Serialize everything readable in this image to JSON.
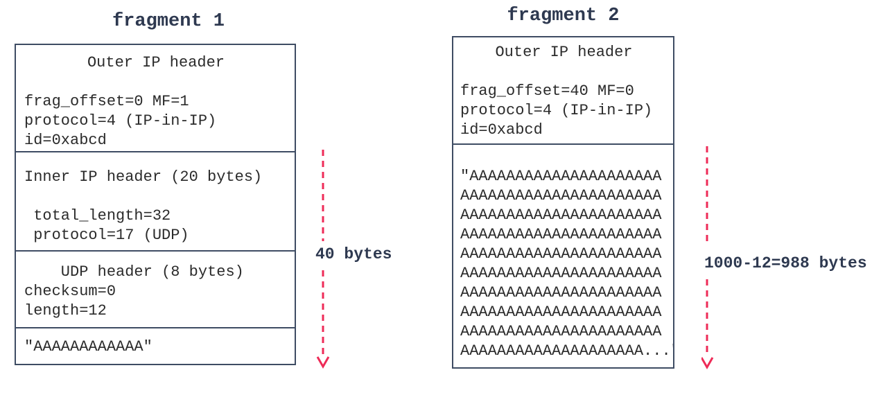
{
  "colors": {
    "arrow": "#ee2b57",
    "box_border": "#3e4c63",
    "title_text": "#2e3950",
    "body_text": "#2b2b2b",
    "background": "#ffffff"
  },
  "fragment1": {
    "title": "fragment 1",
    "size_label": "40 bytes",
    "sections": {
      "outer_ip": {
        "heading": "Outer IP header",
        "body": "frag_offset=0 MF=1\nprotocol=4 (IP-in-IP)\nid=0xabcd"
      },
      "inner_ip": {
        "body": "Inner IP header (20 bytes)\n\n total_length=32\n protocol=17 (UDP)"
      },
      "udp": {
        "body": "    UDP header (8 bytes)\nchecksum=0\nlength=12"
      },
      "payload": {
        "body": "\"AAAAAAAAAAAA\""
      }
    }
  },
  "fragment2": {
    "title": "fragment 2",
    "size_label": "1000-12=988 bytes",
    "sections": {
      "outer_ip": {
        "heading": "Outer IP header",
        "body": "frag_offset=40 MF=0\nprotocol=4 (IP-in-IP)\nid=0xabcd"
      },
      "payload": {
        "body": "\"AAAAAAAAAAAAAAAAAAAAA\nAAAAAAAAAAAAAAAAAAAAAA\nAAAAAAAAAAAAAAAAAAAAAA\nAAAAAAAAAAAAAAAAAAAAAA\nAAAAAAAAAAAAAAAAAAAAAA\nAAAAAAAAAAAAAAAAAAAAAA\nAAAAAAAAAAAAAAAAAAAAAA\nAAAAAAAAAAAAAAAAAAAAAA\nAAAAAAAAAAAAAAAAAAAAAA\nAAAAAAAAAAAAAAAAAAAA...\""
      }
    }
  }
}
